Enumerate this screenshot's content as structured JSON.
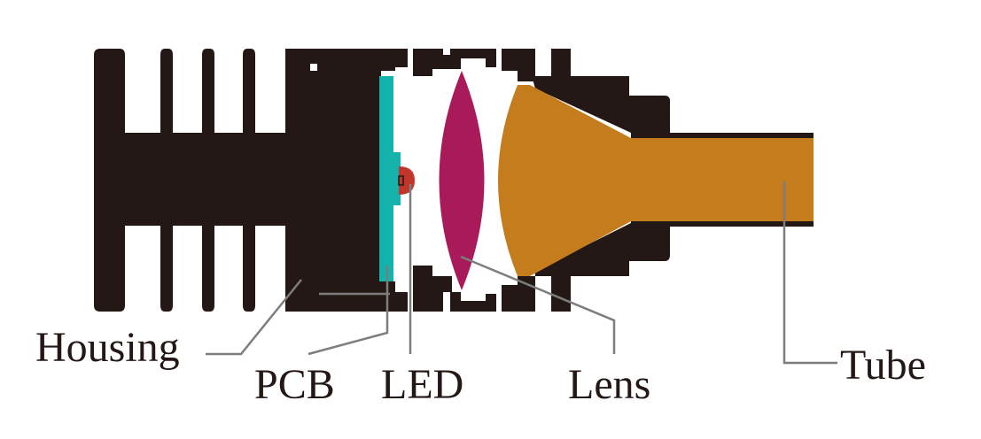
{
  "labels": {
    "housing": "Housing",
    "pcb": "PCB",
    "led": "LED",
    "lens": "Lens",
    "tube": "Tube"
  },
  "colors": {
    "housing": "#231815",
    "pcb": "#13b3ac",
    "led": "#c1362b",
    "lens": "#a81a5a",
    "tube": "#c57c1c",
    "leader_line": "#7d7d7d"
  }
}
